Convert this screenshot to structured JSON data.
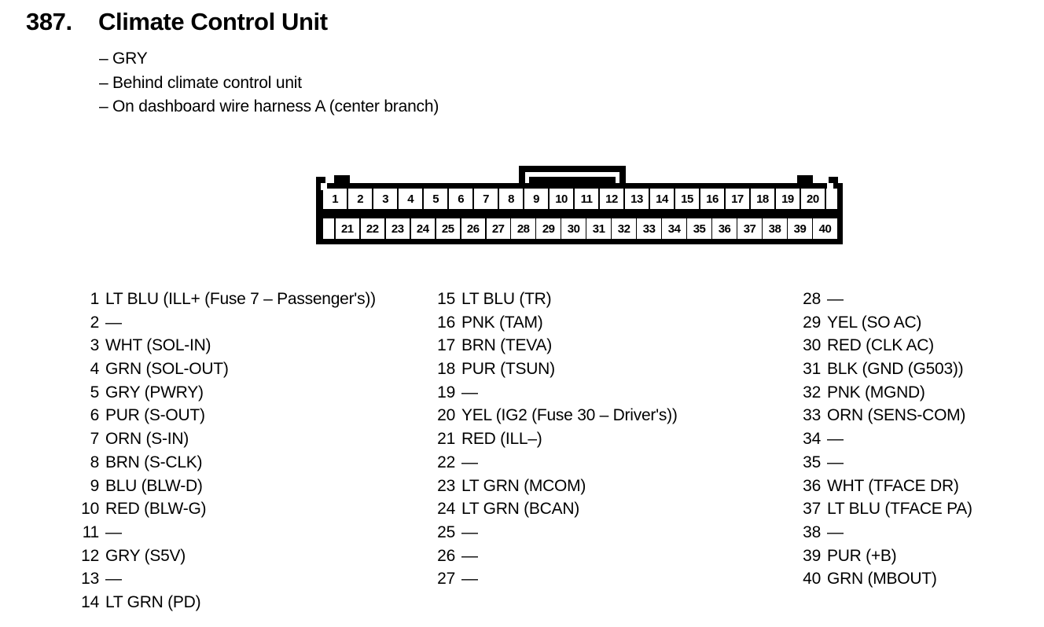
{
  "header": {
    "number": "387.",
    "title": "Climate Control Unit",
    "dash": "–",
    "notes": [
      "GRY",
      "Behind climate control unit",
      "On dashboard wire harness A (center branch)"
    ]
  },
  "connector": {
    "name": "40-pin connector",
    "top_row_pins": [
      "1",
      "2",
      "3",
      "4",
      "5",
      "6",
      "7",
      "8",
      "9",
      "10",
      "11",
      "12",
      "13",
      "14",
      "15",
      "16",
      "17",
      "18",
      "19",
      "20"
    ],
    "bottom_row_pins": [
      "21",
      "22",
      "23",
      "24",
      "25",
      "26",
      "27",
      "28",
      "29",
      "30",
      "31",
      "32",
      "33",
      "34",
      "35",
      "36",
      "37",
      "38",
      "39",
      "40"
    ],
    "body_color": "#000000",
    "cell_color": "#ffffff"
  },
  "pin_list": {
    "empty_marker": "—",
    "columns": [
      {
        "entries": [
          {
            "num": "1",
            "desc": "LT BLU (ILL+ (Fuse 7 – Passenger's))"
          },
          {
            "num": "2",
            "desc": "—"
          },
          {
            "num": "3",
            "desc": "WHT (SOL-IN)"
          },
          {
            "num": "4",
            "desc": "GRN (SOL-OUT)"
          },
          {
            "num": "5",
            "desc": "GRY (PWRY)"
          },
          {
            "num": "6",
            "desc": "PUR (S-OUT)"
          },
          {
            "num": "7",
            "desc": "ORN (S-IN)"
          },
          {
            "num": "8",
            "desc": "BRN (S-CLK)"
          },
          {
            "num": "9",
            "desc": "BLU (BLW-D)"
          },
          {
            "num": "10",
            "desc": "RED (BLW-G)"
          },
          {
            "num": "11",
            "desc": "—"
          },
          {
            "num": "12",
            "desc": "GRY (S5V)"
          },
          {
            "num": "13",
            "desc": "—"
          },
          {
            "num": "14",
            "desc": "LT GRN (PD)"
          }
        ]
      },
      {
        "entries": [
          {
            "num": "15",
            "desc": "LT BLU (TR)"
          },
          {
            "num": "16",
            "desc": "PNK (TAM)"
          },
          {
            "num": "17",
            "desc": "BRN (TEVA)"
          },
          {
            "num": "18",
            "desc": "PUR (TSUN)"
          },
          {
            "num": "19",
            "desc": "—"
          },
          {
            "num": "20",
            "desc": "YEL (IG2 (Fuse 30 – Driver's))"
          },
          {
            "num": "21",
            "desc": "RED (ILL–)"
          },
          {
            "num": "22",
            "desc": "—"
          },
          {
            "num": "23",
            "desc": "LT GRN (MCOM)"
          },
          {
            "num": "24",
            "desc": "LT GRN (BCAN)"
          },
          {
            "num": "25",
            "desc": "—"
          },
          {
            "num": "26",
            "desc": "—"
          },
          {
            "num": "27",
            "desc": "—"
          }
        ]
      },
      {
        "entries": [
          {
            "num": "28",
            "desc": "—"
          },
          {
            "num": "29",
            "desc": "YEL (SO AC)"
          },
          {
            "num": "30",
            "desc": "RED (CLK AC)"
          },
          {
            "num": "31",
            "desc": "BLK (GND (G503))"
          },
          {
            "num": "32",
            "desc": "PNK (MGND)"
          },
          {
            "num": "33",
            "desc": "ORN (SENS-COM)"
          },
          {
            "num": "34",
            "desc": "—"
          },
          {
            "num": "35",
            "desc": "—"
          },
          {
            "num": "36",
            "desc": "WHT (TFACE DR)"
          },
          {
            "num": "37",
            "desc": "LT BLU (TFACE PA)"
          },
          {
            "num": "38",
            "desc": "—"
          },
          {
            "num": "39",
            "desc": "PUR (+B)"
          },
          {
            "num": "40",
            "desc": "GRN (MBOUT)"
          }
        ]
      }
    ]
  }
}
